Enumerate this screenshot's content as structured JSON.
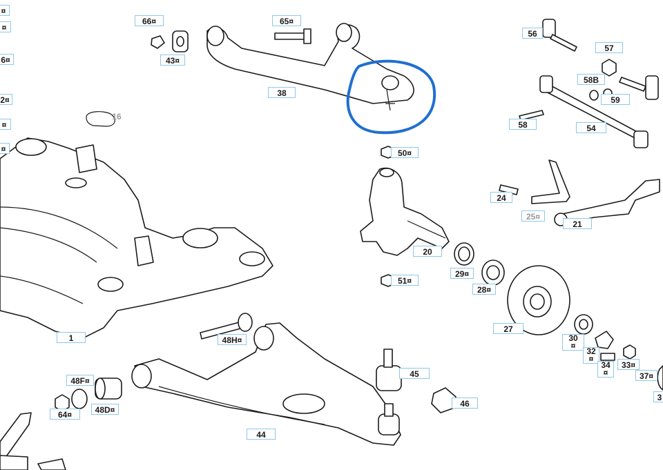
{
  "diagram": {
    "highlight_color": "#1f6fd0",
    "callout_border_color": "#8fc7e8",
    "callouts": [
      {
        "id": "c1",
        "label": "1"
      },
      {
        "id": "c16",
        "label": "16"
      },
      {
        "id": "c20",
        "label": "20"
      },
      {
        "id": "c21",
        "label": "21"
      },
      {
        "id": "c24",
        "label": "24"
      },
      {
        "id": "c25",
        "label": "25¤"
      },
      {
        "id": "c27",
        "label": "27"
      },
      {
        "id": "c28",
        "label": "28¤"
      },
      {
        "id": "c29",
        "label": "29¤"
      },
      {
        "id": "c30",
        "label": "30\n¤"
      },
      {
        "id": "c32",
        "label": "32\n¤"
      },
      {
        "id": "c33",
        "label": "33¤"
      },
      {
        "id": "c34",
        "label": "34\n¤"
      },
      {
        "id": "c37",
        "label": "37¤"
      },
      {
        "id": "c38",
        "label": "38"
      },
      {
        "id": "c43",
        "label": "43¤"
      },
      {
        "id": "c44",
        "label": "44"
      },
      {
        "id": "c45",
        "label": "45"
      },
      {
        "id": "c46",
        "label": "46"
      },
      {
        "id": "c48D",
        "label": "48D¤"
      },
      {
        "id": "c48F",
        "label": "48F¤"
      },
      {
        "id": "c48H",
        "label": "48H¤"
      },
      {
        "id": "c50",
        "label": "50¤"
      },
      {
        "id": "c51",
        "label": "51¤"
      },
      {
        "id": "c54",
        "label": "54"
      },
      {
        "id": "c56",
        "label": "56"
      },
      {
        "id": "c57",
        "label": "57"
      },
      {
        "id": "c58",
        "label": "58"
      },
      {
        "id": "c58B",
        "label": "58B"
      },
      {
        "id": "c59",
        "label": "59"
      },
      {
        "id": "c64",
        "label": "64¤"
      },
      {
        "id": "c65",
        "label": "65¤"
      },
      {
        "id": "c66",
        "label": "66¤"
      },
      {
        "id": "e1",
        "label": "¤"
      },
      {
        "id": "e2",
        "label": "¤"
      },
      {
        "id": "e3",
        "label": "6¤"
      },
      {
        "id": "e4",
        "label": "2¤"
      },
      {
        "id": "e5",
        "label": "¤"
      },
      {
        "id": "e6",
        "label": "¤"
      },
      {
        "id": "e7",
        "label": "3"
      }
    ]
  }
}
